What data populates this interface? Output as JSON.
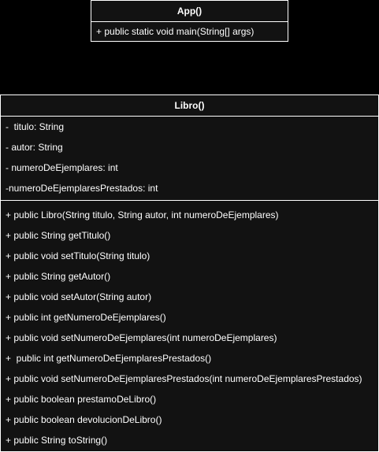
{
  "app_class": {
    "name": "App()",
    "methods": [
      "+ public static void main(String[] args)"
    ]
  },
  "libro_class": {
    "name": "Libro()",
    "attributes": [
      "-  titulo: String",
      "- autor: String",
      "- numeroDeEjemplares: int",
      "-numeroDeEjemplaresPrestados: int"
    ],
    "methods": [
      "+ public Libro(String titulo, String autor, int numeroDeEjemplares)",
      "+ public String getTitulo()",
      "+ public void setTitulo(String titulo)",
      "+ public String getAutor()",
      "+ public void setAutor(String autor)",
      "+ public int getNumeroDeEjemplares()",
      "+ public void setNumeroDeEjemplares(int numeroDeEjemplares)",
      "+  public int getNumeroDeEjemplaresPrestados()",
      "+ public void setNumeroDeEjemplaresPrestados(int numeroDeEjemplaresPrestados)",
      "+ public boolean prestamoDeLibro()",
      "+ public boolean devolucionDeLibro()",
      "+ public String toString()"
    ]
  }
}
